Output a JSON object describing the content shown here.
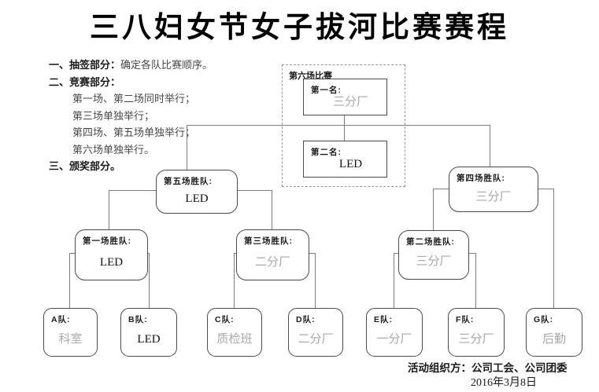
{
  "title": "三八妇女节女子拔河比赛赛程",
  "notes": {
    "item1_label": "一、抽签部分：",
    "item1_text": "确定各队比赛顺序。",
    "item2_label": "二、竞赛部分：",
    "item2_lines": [
      "第一场、第二场同时举行；",
      "第三场单独举行；",
      "第四场、第五场单独举行；",
      "第六场单独举行。"
    ],
    "item3_label": "三、颁奖部分。"
  },
  "bracket": {
    "final_group": {
      "label": "第六场比赛",
      "first_label": "第一名:",
      "first_value": "三分厂",
      "first_color": "#a8a8a8",
      "second_label": "第二名:",
      "second_value": "LED",
      "second_color": "#111111"
    },
    "semis": [
      {
        "label": "第五场胜队:",
        "value": "LED",
        "color": "#111111"
      },
      {
        "label": "第四场胜队:",
        "value": "三分厂",
        "color": "#a8a8a8"
      }
    ],
    "round2": [
      {
        "label": "第一场胜队:",
        "value": "LED",
        "color": "#111111"
      },
      {
        "label": "第三场胜队:",
        "value": "二分厂",
        "color": "#a8a8a8"
      },
      {
        "label": "第二场胜队:",
        "value": "三分厂",
        "color": "#a8a8a8"
      }
    ],
    "teams": [
      {
        "label": "A队:",
        "value": "科室",
        "color": "#a8a8a8"
      },
      {
        "label": "B队:",
        "value": "LED",
        "color": "#111111"
      },
      {
        "label": "C队:",
        "value": "质检班",
        "color": "#a8a8a8"
      },
      {
        "label": "D队:",
        "value": "二分厂",
        "color": "#a8a8a8"
      },
      {
        "label": "E队:",
        "value": "一分厂",
        "color": "#a8a8a8"
      },
      {
        "label": "F队:",
        "value": "三分厂",
        "color": "#a8a8a8"
      },
      {
        "label": "G队:",
        "value": "后勤",
        "color": "#a8a8a8"
      }
    ]
  },
  "footer": {
    "organizer_label": "活动组织方：",
    "organizer_value": "公司工会、公司团委",
    "date": "2016年3月8日"
  },
  "colors": {
    "line": "#7d7d7d",
    "muted_value": "#a8a8a8",
    "text": "#111111"
  }
}
